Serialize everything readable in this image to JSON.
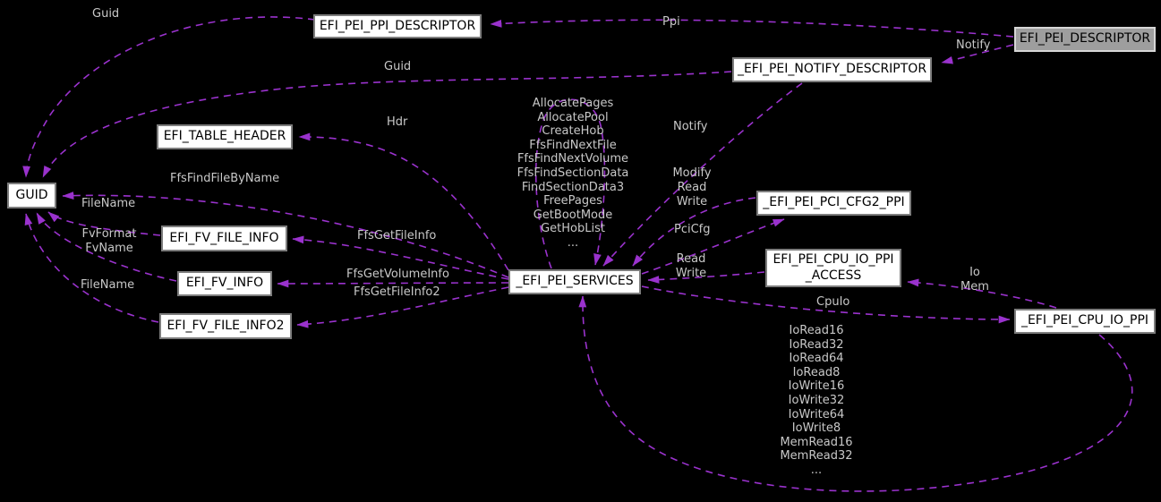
{
  "diagram_type": "doxygen-collaboration-graph",
  "colors": {
    "background": "#000000",
    "edge": "#9a32cd",
    "node_background": "#ffffff",
    "node_border": "#7d7d7d",
    "node_text": "#000000",
    "highlight_node_background": "#9e9e9e",
    "edge_label_text": "#c8c8c8"
  },
  "nodes": [
    {
      "id": "ppi-descriptor",
      "label": "EFI_PEI_PPI_DESCRIPTOR"
    },
    {
      "id": "pei-descriptor",
      "label": "EFI_PEI_DESCRIPTOR",
      "highlight": true
    },
    {
      "id": "notify-descriptor",
      "label": "_EFI_PEI_NOTIFY_DESCRIPTOR"
    },
    {
      "id": "table-header",
      "label": "EFI_TABLE_HEADER"
    },
    {
      "id": "guid",
      "label": "GUID"
    },
    {
      "id": "fv-file-info",
      "label": "EFI_FV_FILE_INFO"
    },
    {
      "id": "fv-info",
      "label": "EFI_FV_INFO"
    },
    {
      "id": "fv-file-info2",
      "label": "EFI_FV_FILE_INFO2"
    },
    {
      "id": "services",
      "label": "_EFI_PEI_SERVICES"
    },
    {
      "id": "pci-cfg2-ppi",
      "label": "_EFI_PEI_PCI_CFG2_PPI"
    },
    {
      "id": "cpu-io-ppi-access",
      "label": "EFI_PEI_CPU_IO_PPI\n_ACCESS"
    },
    {
      "id": "cpu-io-ppi",
      "label": "_EFI_PEI_CPU_IO_PPI"
    }
  ],
  "edge_labels": {
    "guid_top": "Guid",
    "ppi": "Ppi",
    "notify_right": "Notify",
    "guid_mid": "Guid",
    "hdr": "Hdr",
    "services_self": "AllocatePages\nAllocatePool\nCreateHob\nFfsFindNextFile\nFfsFindNextVolume\nFfsFindSectionData\nFindSectionData3\nFreePages\nGetBootMode\nGetHobList\n...",
    "notify_mid": "Notify",
    "modify_read_write": "Modify\nRead\nWrite",
    "pcicfg": "PciCfg",
    "read_write": "Read\nWrite",
    "cpuio": "CpuIo",
    "ffs_find_file_by_name": "FfsFindFileByName",
    "filename_upper": "FileName",
    "fvformat_fvname": "FvFormat\nFvName",
    "filename_lower": "FileName",
    "ffs_get_file_info": "FfsGetFileInfo",
    "ffs_get_volume_info": "FfsGetVolumeInfo",
    "ffs_get_file_info2": "FfsGetFileInfo2",
    "io_mem": "Io\nMem",
    "cpu_io_self": "IoRead16\nIoRead32\nIoRead64\nIoRead8\nIoWrite16\nIoWrite32\nIoWrite64\nIoWrite8\nMemRead16\nMemRead32\n..."
  },
  "edges": [
    {
      "from": "EFI_PEI_DESCRIPTOR",
      "to": "EFI_PEI_PPI_DESCRIPTOR",
      "label": "Ppi"
    },
    {
      "from": "EFI_PEI_DESCRIPTOR",
      "to": "_EFI_PEI_NOTIFY_DESCRIPTOR",
      "label": "Notify"
    },
    {
      "from": "EFI_PEI_PPI_DESCRIPTOR",
      "to": "GUID",
      "label": "Guid"
    },
    {
      "from": "_EFI_PEI_NOTIFY_DESCRIPTOR",
      "to": "GUID",
      "label": "Guid"
    },
    {
      "from": "_EFI_PEI_SERVICES",
      "to": "EFI_TABLE_HEADER",
      "label": "Hdr"
    },
    {
      "from": "_EFI_PEI_SERVICES",
      "to": "GUID",
      "label": "FfsFindFileByName"
    },
    {
      "from": "_EFI_PEI_SERVICES",
      "to": "EFI_FV_FILE_INFO",
      "label": "FfsGetFileInfo"
    },
    {
      "from": "_EFI_PEI_SERVICES",
      "to": "EFI_FV_INFO",
      "label": "FfsGetVolumeInfo"
    },
    {
      "from": "_EFI_PEI_SERVICES",
      "to": "EFI_FV_FILE_INFO2",
      "label": "FfsGetFileInfo2"
    },
    {
      "from": "EFI_FV_FILE_INFO",
      "to": "GUID",
      "label": "FileName"
    },
    {
      "from": "EFI_FV_INFO",
      "to": "GUID",
      "label": "FvFormat\nFvName"
    },
    {
      "from": "EFI_FV_FILE_INFO2",
      "to": "GUID",
      "label": "FileName"
    },
    {
      "from": "_EFI_PEI_SERVICES",
      "to": "_EFI_PEI_SERVICES",
      "label": "AllocatePages\nAllocatePool\nCreateHob\nFfsFindNextFile\nFfsFindNextVolume\nFfsFindSectionData\nFindSectionData3\nFreePages\nGetBootMode\nGetHobList\n..."
    },
    {
      "from": "_EFI_PEI_NOTIFY_DESCRIPTOR",
      "to": "_EFI_PEI_SERVICES",
      "label": "Notify"
    },
    {
      "from": "_EFI_PEI_PCI_CFG2_PPI",
      "to": "_EFI_PEI_SERVICES",
      "label": "Modify\nRead\nWrite"
    },
    {
      "from": "_EFI_PEI_SERVICES",
      "to": "_EFI_PEI_PCI_CFG2_PPI",
      "label": "PciCfg"
    },
    {
      "from": "EFI_PEI_CPU_IO_PPI_ACCESS",
      "to": "_EFI_PEI_SERVICES",
      "label": "Read\nWrite"
    },
    {
      "from": "_EFI_PEI_SERVICES",
      "to": "_EFI_PEI_CPU_IO_PPI",
      "label": "CpuIo"
    },
    {
      "from": "_EFI_PEI_CPU_IO_PPI",
      "to": "EFI_PEI_CPU_IO_PPI_ACCESS",
      "label": "Io\nMem"
    },
    {
      "from": "_EFI_PEI_CPU_IO_PPI",
      "to": "_EFI_PEI_SERVICES",
      "label": "IoRead16\nIoRead32\nIoRead64\nIoRead8\nIoWrite16\nIoWrite32\nIoWrite64\nIoWrite8\nMemRead16\nMemRead32\n..."
    }
  ]
}
